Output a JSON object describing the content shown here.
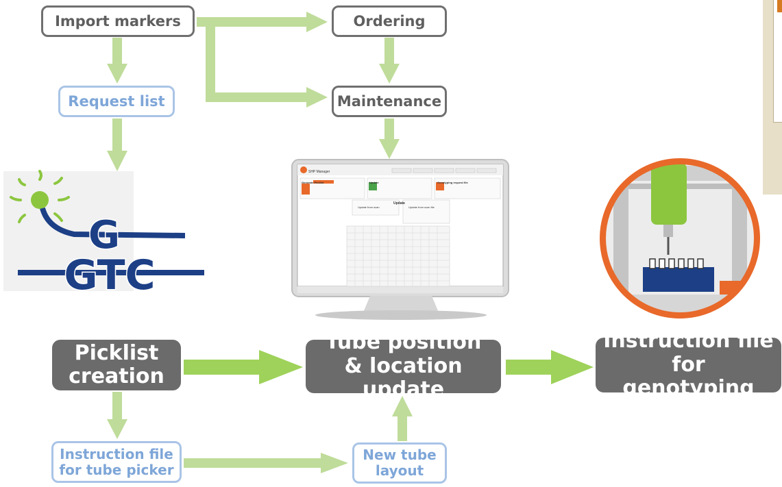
{
  "colors": {
    "arrow_green": "#bfdc9a",
    "arrow_green_strong": "#9ed25a",
    "box_gray": "#6b6b6b",
    "box_blue": "#a9c4e6",
    "logo_blue": "#1c3f86",
    "logo_green": "#8cc63f",
    "accent_orange": "#e8692a"
  },
  "nodes": {
    "import_markers": "Import markers",
    "ordering": "Ordering",
    "maintenance": "Maintenance",
    "request_list": "Request list",
    "picklist_creation": "Picklist creation",
    "tube_position": "Tube position & location update",
    "instruction_genotyping": "Instruction file for genotyping",
    "instruction_picker": "Instruction file for tube picker",
    "new_tube_layout": "New tube layout"
  },
  "logo": {
    "letter": "G",
    "wordmark": "GTC"
  },
  "app_screen": {
    "title": "SHP Manager",
    "panel1_title": "Generate Picklist",
    "panel2_title": "Update",
    "panel3_title": "Genotyping request file",
    "update_title": "Update",
    "update_from_scan": "Update from scan",
    "update_from_file": "Update from scan file"
  },
  "icons": [
    "monitor-icon",
    "robot-pipette-icon",
    "gtc-logo"
  ]
}
